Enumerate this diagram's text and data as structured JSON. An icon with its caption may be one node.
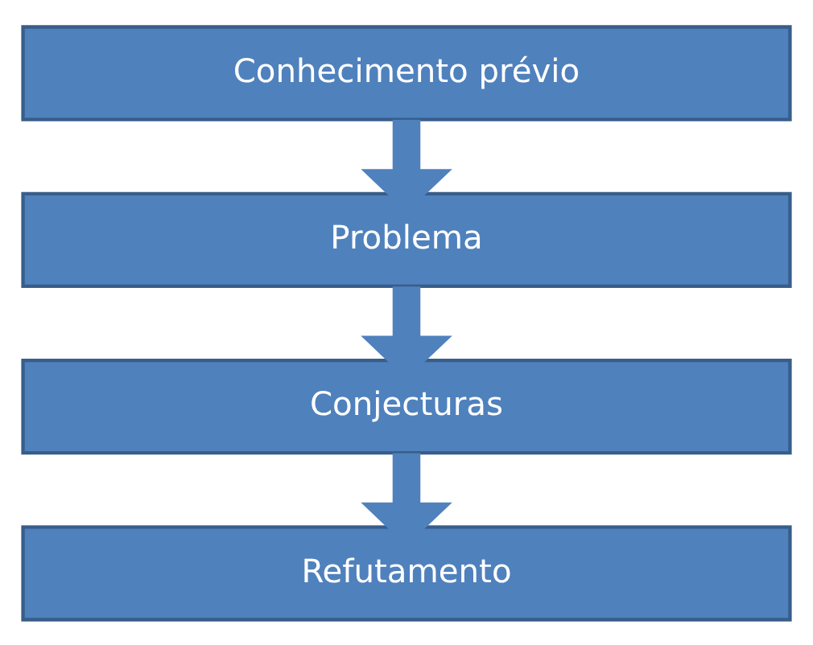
{
  "diagram": {
    "nodes": [
      {
        "text": [
          "Conhecimento prévio"
        ]
      },
      {
        "text": [
          "Problema"
        ]
      },
      {
        "text": [
          "Conjecturas"
        ]
      },
      {
        "text": [
          "Refutamento"
        ]
      }
    ],
    "edges": [
      {
        "from": 0,
        "to": 1,
        "arrow": "to"
      },
      {
        "from": 1,
        "to": 2,
        "arrow": "to"
      },
      {
        "from": 2,
        "to": 3,
        "arrow": "to"
      }
    ]
  }
}
